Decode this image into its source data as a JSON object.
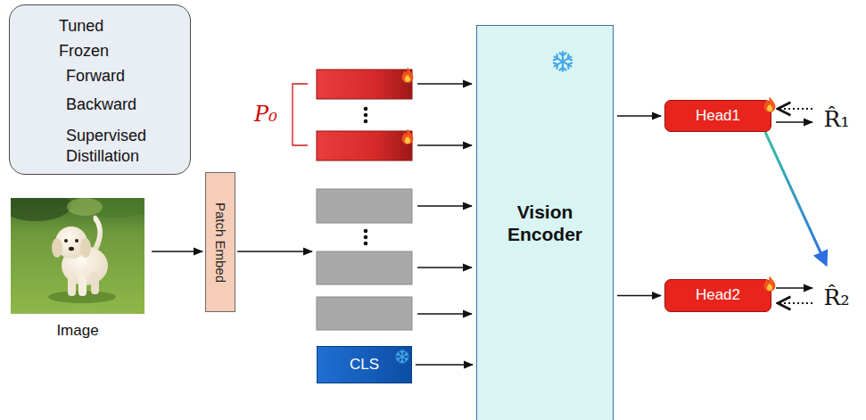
{
  "diagram": {
    "nodes": [
      {
        "text": [
          "Patch Embed"
        ]
      },
      {
        "text": [
          "CLS"
        ]
      },
      {
        "text": [
          "Vision Encoder"
        ]
      },
      {
        "text": [
          "Head1"
        ]
      },
      {
        "text": [
          "Head2"
        ]
      }
    ],
    "edges": [
      {
        "from": 1,
        "to": 2,
        "arrow": "to"
      },
      {
        "from": 2,
        "to": 3,
        "arrow": "to"
      },
      {
        "from": 2,
        "to": 4,
        "arrow": "to"
      }
    ],
    "labels": [
      "Image",
      "P₀",
      "R̂₁",
      "R̂₂"
    ],
    "legend": [
      {
        "text": "Tuned"
      },
      {
        "text": "Frozen"
      },
      {
        "text": "Forward"
      },
      {
        "text": "Backward"
      },
      {
        "text": "Supervised Distillation"
      }
    ]
  }
}
